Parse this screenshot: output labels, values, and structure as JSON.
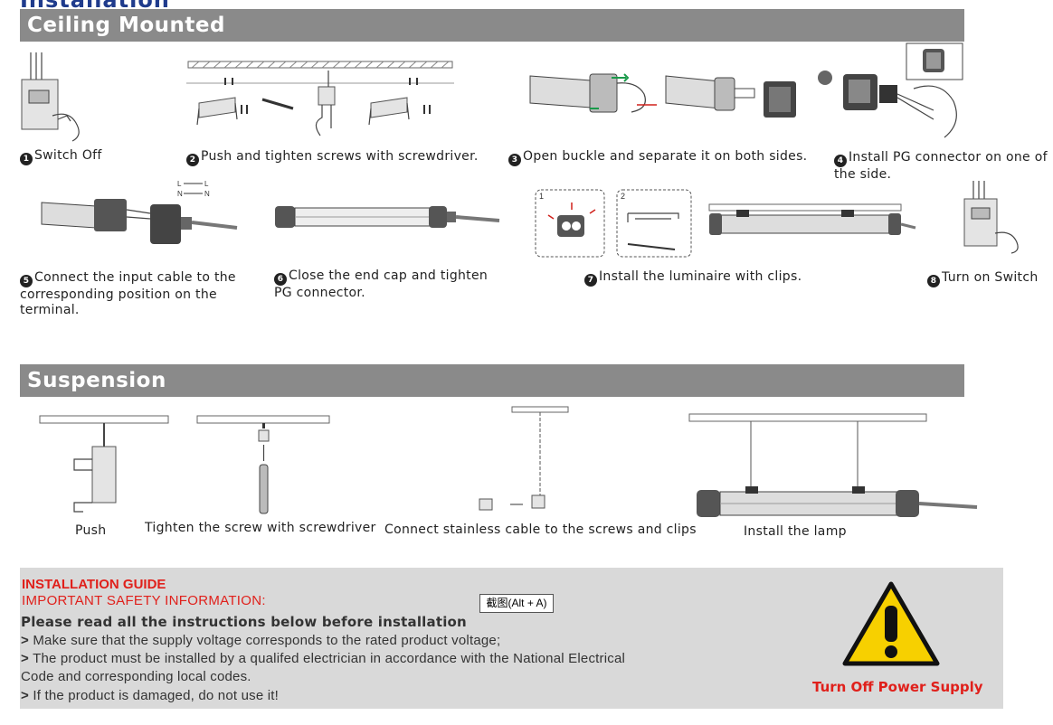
{
  "header": {
    "title": "Installation"
  },
  "sections": {
    "ceiling": {
      "title": "Ceiling Mounted",
      "steps": [
        {
          "num": "1",
          "text": "Switch Off"
        },
        {
          "num": "2",
          "text": "Push and tighten screws with screwdriver."
        },
        {
          "num": "3",
          "text": "Open buckle and separate it on both sides."
        },
        {
          "num": "4",
          "text": "Install PG connector on one of the side."
        },
        {
          "num": "5",
          "text": "Connect the input cable to the corresponding  position on the terminal."
        },
        {
          "num": "6",
          "text": "Close the end cap and tighten PG connector."
        },
        {
          "num": "7",
          "text": "Install the luminaire with clips."
        },
        {
          "num": "8",
          "text": "Turn on Switch"
        }
      ],
      "terminal_labels": [
        "L",
        "L",
        "N",
        "N"
      ],
      "detail_labels": [
        "1",
        "2"
      ]
    },
    "suspension": {
      "title": "Suspension",
      "steps": [
        {
          "text": "Push"
        },
        {
          "text": "Tighten the screw with screwdriver"
        },
        {
          "text": "Connect stainless  cable  to  the  screws  and clips"
        },
        {
          "text": "Install the lamp"
        }
      ]
    }
  },
  "guide": {
    "title": "INSTALLATION GUIDE",
    "subtitle": "IMPORTANT SAFETY INFORMATION:",
    "lead": "Please read all the instructions below before installation",
    "bullet_marker": ">",
    "items": [
      "Make sure that the supply voltage corresponds to the rated product voltage;",
      "The product must be installed by a qualifed electrician in accordance with the National Electrical Code and corresponding local codes.",
      "If the product is damaged, do not use it!"
    ],
    "screenshot_button": "截图(Alt + A)",
    "warning_text": "Turn Off Power Supply",
    "colors": {
      "accent": "#e0201b",
      "header_bar": "#8a8a8a",
      "guide_bg": "#d9d9d9",
      "warning": "#f7d000"
    }
  }
}
